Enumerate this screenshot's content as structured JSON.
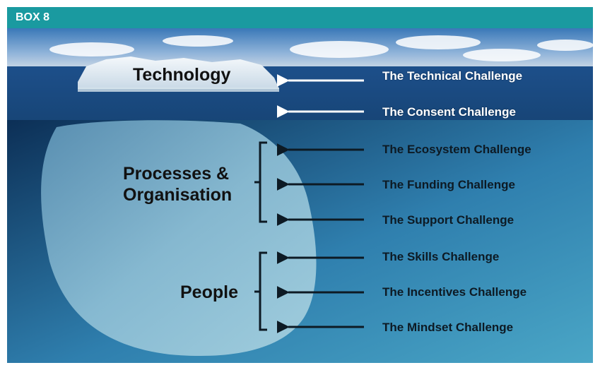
{
  "box_label": "BOX 8",
  "groups": {
    "technology": "Technology",
    "processes_line1": "Processes &",
    "processes_line2": "Organisation",
    "people": "People"
  },
  "challenges": [
    "The Technical Challenge",
    "The Consent Challenge",
    "The Ecosystem Challenge",
    "The Funding Challenge",
    "The Support Challenge",
    "The Skills Challenge",
    "The Incentives Challenge",
    "The Mindset Challenge"
  ],
  "colors": {
    "header": "#1a9aa0",
    "sky_top": "#3a78b8",
    "sea_surface": "#1d4f8a",
    "underwater_light": "#4aa6c6",
    "underwater_dark": "#0c2f56"
  }
}
